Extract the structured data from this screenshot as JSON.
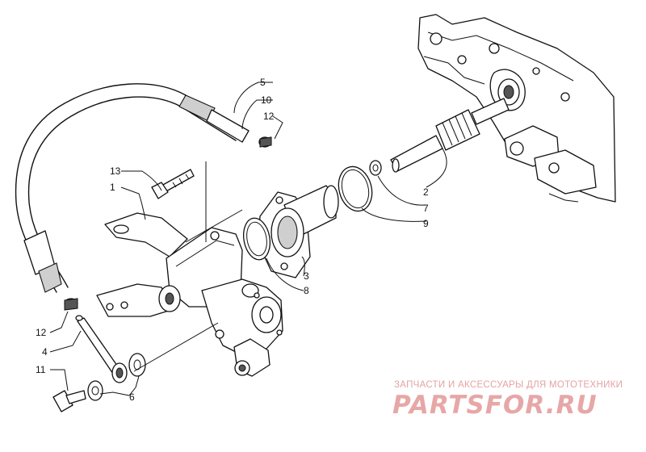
{
  "diagram": {
    "callouts": [
      "5",
      "10",
      "12",
      "13",
      "1",
      "2",
      "7",
      "9",
      "3",
      "8",
      "12",
      "4",
      "11",
      "6"
    ]
  },
  "watermark": {
    "tagline": "ЗАПЧАСТИ И АКСЕССУАРЫ ДЛЯ МОТОТЕХНИКИ",
    "logo": "PARTSFOR.RU",
    "color": "#e3a3a3"
  }
}
